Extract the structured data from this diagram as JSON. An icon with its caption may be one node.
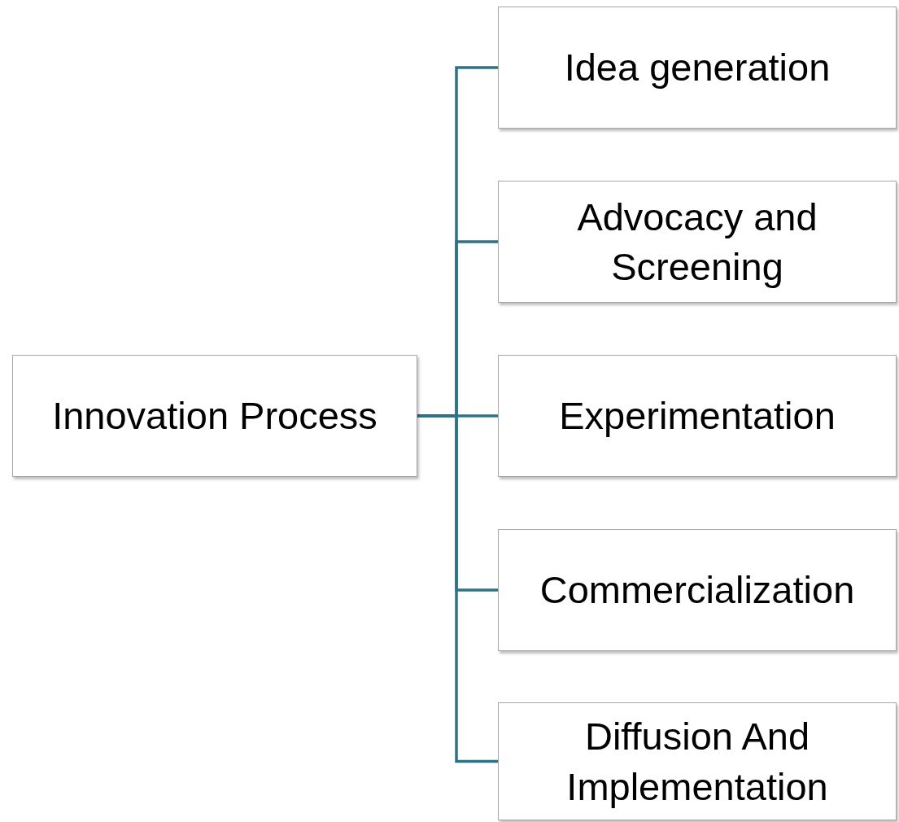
{
  "diagram": {
    "nodes": [
      {
        "text": [
          "Innovation Process"
        ]
      },
      {
        "text": [
          "Idea generation"
        ]
      },
      {
        "text": [
          "Advocacy and Screening"
        ]
      },
      {
        "text": [
          "Experimentation"
        ]
      },
      {
        "text": [
          "Commercialization"
        ]
      },
      {
        "text": [
          "Diffusion And Implementation"
        ]
      }
    ],
    "edges": [
      {
        "from": 0,
        "to": 1,
        "arrow": "none"
      },
      {
        "from": 0,
        "to": 2,
        "arrow": "none"
      },
      {
        "from": 0,
        "to": 3,
        "arrow": "none"
      },
      {
        "from": 0,
        "to": 4,
        "arrow": "none"
      },
      {
        "from": 0,
        "to": 5,
        "arrow": "none"
      }
    ]
  }
}
